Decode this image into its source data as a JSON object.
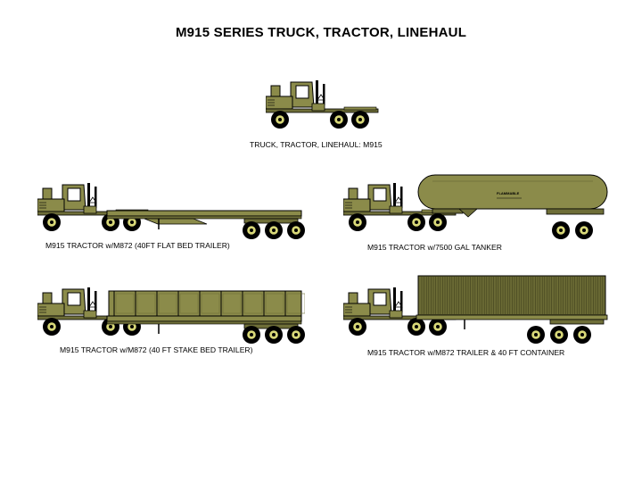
{
  "page": {
    "title": "M915 SERIES TRUCK, TRACTOR, LINEHAUL"
  },
  "colors": {
    "olive": "#8b8b4a",
    "olive_dark": "#6e6e38",
    "container": "#6b6b35",
    "outline": "#000000",
    "hub": "#d8d878"
  },
  "figures": [
    {
      "id": "tractor-only",
      "caption": "TRUCK, TRACTOR, LINEHAUL:  M915"
    },
    {
      "id": "flatbed",
      "caption": "M915 TRACTOR w/M872 (40FT FLAT BED TRAILER)"
    },
    {
      "id": "tanker",
      "caption": "M915 TRACTOR w/7500 GAL TANKER",
      "tank_marking": "FLAMMABLE"
    },
    {
      "id": "stakebed",
      "caption": "M915 TRACTOR w/M872 (40 FT STAKE BED TRAILER)"
    },
    {
      "id": "container",
      "caption": "M915 TRACTOR w/M872 TRAILER & 40 FT CONTAINER"
    }
  ]
}
